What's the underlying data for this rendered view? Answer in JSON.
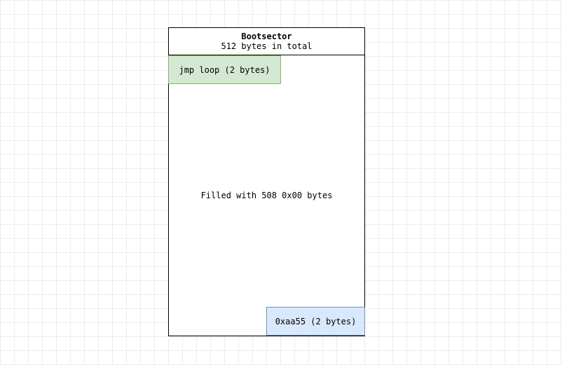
{
  "bootsector": {
    "title": "Bootsector",
    "subtitle": "512 bytes in total",
    "body_text": "Filled with 508 0x00 bytes"
  },
  "jmp_block": {
    "label": "jmp loop (2 bytes)",
    "fill_color": "#d5e8d4",
    "stroke_color": "#82b366"
  },
  "signature_block": {
    "label": "0xaa55 (2 bytes)",
    "fill_color": "#dae8fc",
    "stroke_color": "#6c8ebf"
  }
}
